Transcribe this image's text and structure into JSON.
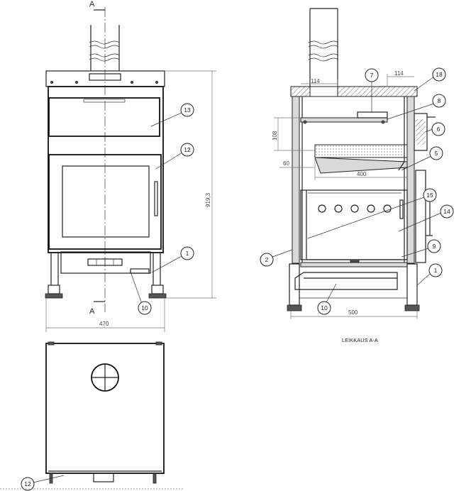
{
  "section_marks": {
    "top": "A",
    "bottom": "A"
  },
  "front_view": {
    "dimensions": {
      "width": "470",
      "height": "919,3"
    },
    "callouts": [
      "13",
      "12",
      "1",
      "10"
    ]
  },
  "section_view": {
    "caption": "LEIKKAUS A-A",
    "dimensions": {
      "top_left": "114",
      "top_right": "114",
      "height_108": "108",
      "left_60": "60",
      "baffle_400": "400",
      "width_500": "500"
    },
    "callouts": [
      "7",
      "18",
      "8",
      "6",
      "5",
      "15",
      "14",
      "2",
      "9",
      "1",
      "10"
    ]
  },
  "top_view": {
    "callouts": [
      "12"
    ]
  },
  "colors": {
    "line": "#222222",
    "dimension": "#777777",
    "hatch_fill": "#d9d9d9"
  }
}
